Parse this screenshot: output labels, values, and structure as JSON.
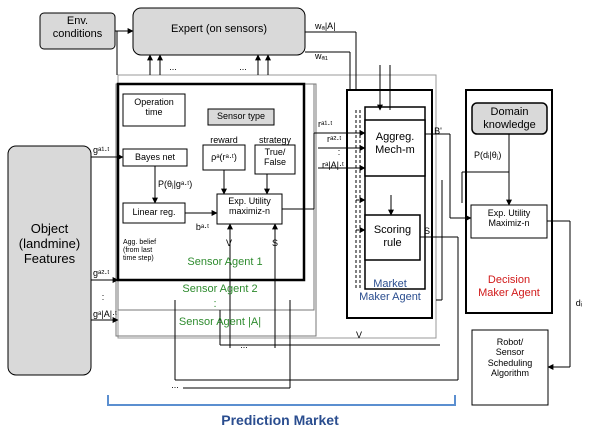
{
  "colors": {
    "box_fill_gray": "#d9d9d9",
    "sensor_agent_label": "#2e8b2e",
    "market_maker_label": "#2a4d8f",
    "decision_maker_label": "#d11a1a",
    "prediction_market_label": "#2a4d8f",
    "bracket": "#5b8fd0"
  },
  "boxes": {
    "env_conditions": "Env.\nconditions",
    "expert": "Expert (on sensors)",
    "object_features": "Object\n(landmine)\nFeatures",
    "operation_time": "Operation\ntime",
    "sensor_type": "Sensor type",
    "reward": "reward",
    "strategy": "strategy",
    "reward_formula": "ρᵃ(rᵃ·ᵗ)",
    "true_false": "True/\nFalse",
    "bayes_net": "Bayes net",
    "prob_theta": "P(θⱼ|gᵃ·ᵗ)",
    "linear_reg": "Linear reg.",
    "exp_utility_sensor": "Exp. Utility\nmaximiz-n",
    "agg_belief": "Agg. belief\n(from last\ntime step)",
    "aggreg_mech": "Aggreg.\nMech-m",
    "scoring_rule": "Scoring\nrule",
    "domain_knowledge": "Domain\nknowledge",
    "prob_d": "P(dᵢ|θⱼ)",
    "exp_utility_decision": "Exp. Utility\nMaximiz-n",
    "robot": "Robot/\nSensor\nScheduling\nAlgorithm"
  },
  "agents": {
    "sensor_agent_1": "Sensor Agent 1",
    "sensor_agent_2": "Sensor Agent 2",
    "sensor_agent_a": "Sensor Agent |A|",
    "market_maker": "Market\nMaker Agent",
    "decision_maker": "Decision\nMaker Agent"
  },
  "signals": {
    "w_a": "wₐ|A|",
    "w_a1": "wₐ₁",
    "g_a1": "gᵃ¹·ᵗ",
    "g_a2": "gᵃ²·ᵗ",
    "g_aA": "gᵃ|A|·ᵗ",
    "r_a1": "rᵃ¹·ᵗ",
    "r_a2": "rᵃ²·ᵗ",
    "r_aA": "rᵃ|A|·ᵗ",
    "b_at": "bᵃ·ᵗ",
    "B_prime": "B'",
    "V1": "V",
    "S1": "S",
    "S2": "S",
    "V2": "V",
    "d_i": "dᵢ",
    "dots": "...",
    "colon": ":"
  },
  "footer": {
    "prediction_market": "Prediction Market"
  }
}
